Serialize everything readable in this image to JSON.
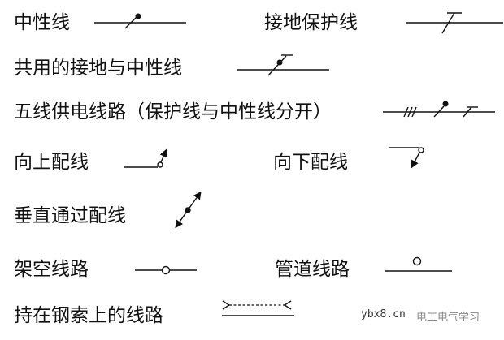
{
  "legend_items": [
    {
      "label": "中性线",
      "symbol": "neutral-line"
    },
    {
      "label": "接地保护线",
      "symbol": "protective-earth-line"
    },
    {
      "label": "共用的接地与中性线",
      "symbol": "combined-pen-line"
    },
    {
      "label": "五线供电线路（保护线与中性线分开）",
      "symbol": "five-wire-line"
    },
    {
      "label": "向上配线",
      "symbol": "wiring-upward"
    },
    {
      "label": "向下配线",
      "symbol": "wiring-downward"
    },
    {
      "label": "垂直通过配线",
      "symbol": "wiring-vertical-through"
    },
    {
      "label": "架空线路",
      "symbol": "overhead-line"
    },
    {
      "label": "管道线路",
      "symbol": "conduit-line"
    },
    {
      "label": "持在钢索上的线路",
      "symbol": "catenary-wire-line"
    }
  ],
  "watermark": {
    "site": "ybx8.cn",
    "account": "电工电气学习"
  }
}
